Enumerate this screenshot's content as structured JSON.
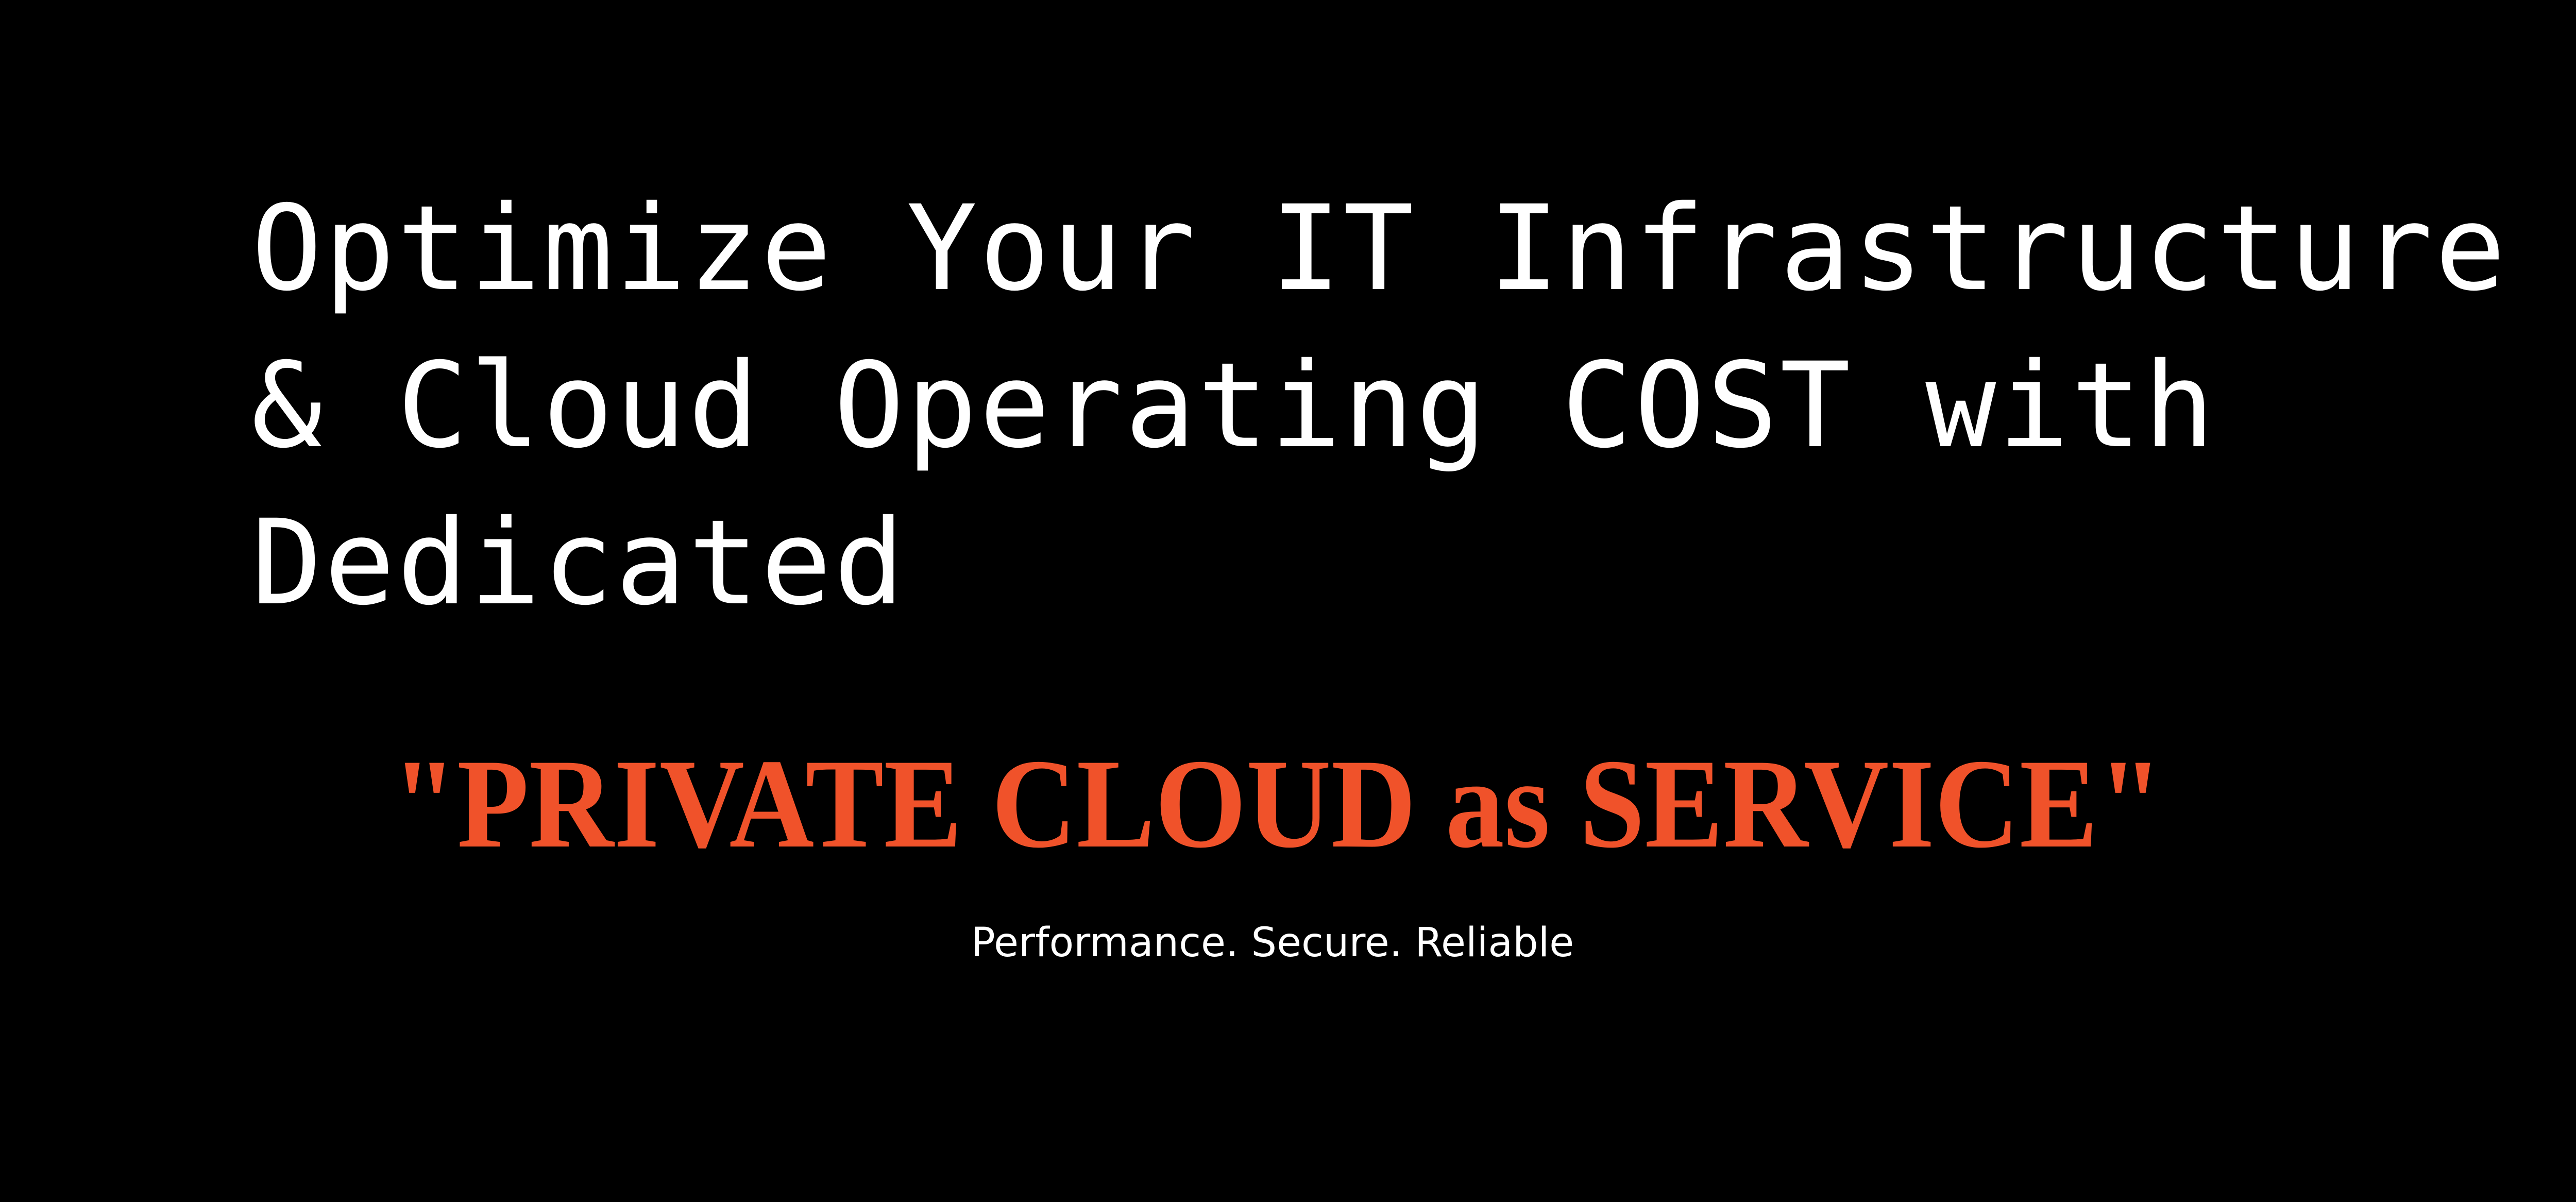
{
  "colors": {
    "background": "#000000",
    "headline": "#ffffff",
    "accent": "#f0522a",
    "subline": "#ffffff"
  },
  "headline": {
    "lines": [
      "Optimize Your IT Infrastructure",
      "& Cloud Operating COST with",
      "Dedicated"
    ]
  },
  "tagline": "\"PRIVATE CLOUD as SERVICE\"",
  "subline": "Performance. Secure. Reliable"
}
